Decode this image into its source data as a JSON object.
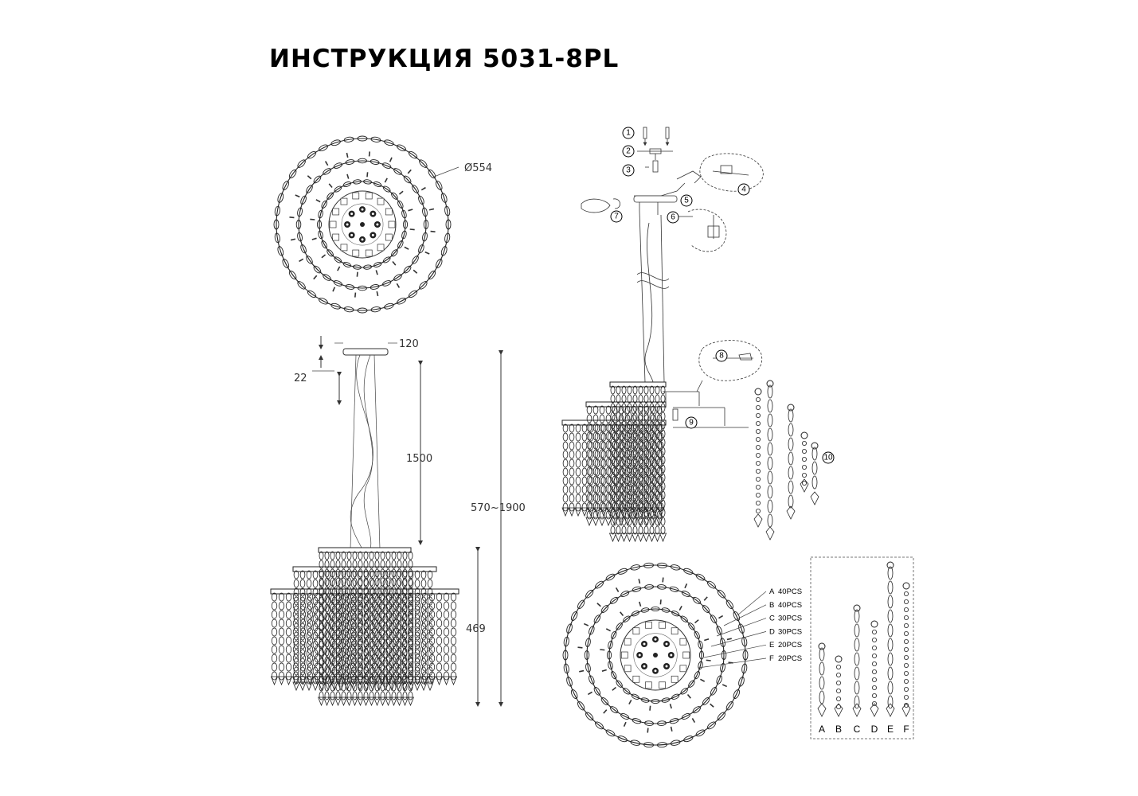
{
  "title": "ИНСТРУКЦИЯ 5031-8PL",
  "dimensions": {
    "diameter": "Ø554",
    "canopy_width": "120",
    "canopy_height": "22",
    "cable_length": "1500",
    "total_height": "570~1900",
    "body_height": "469"
  },
  "steps": [
    "1",
    "2",
    "3",
    "4",
    "5",
    "6",
    "7",
    "8",
    "9",
    "10"
  ],
  "legend": [
    {
      "key": "A",
      "text": "40PCS"
    },
    {
      "key": "B",
      "text": "40PCS"
    },
    {
      "key": "C",
      "text": "30PCS"
    },
    {
      "key": "D",
      "text": "30PCS"
    },
    {
      "key": "E",
      "text": "20PCS"
    },
    {
      "key": "F",
      "text": "20PCS"
    }
  ],
  "strand_labels": [
    "A",
    "B",
    "C",
    "D",
    "E",
    "F"
  ]
}
